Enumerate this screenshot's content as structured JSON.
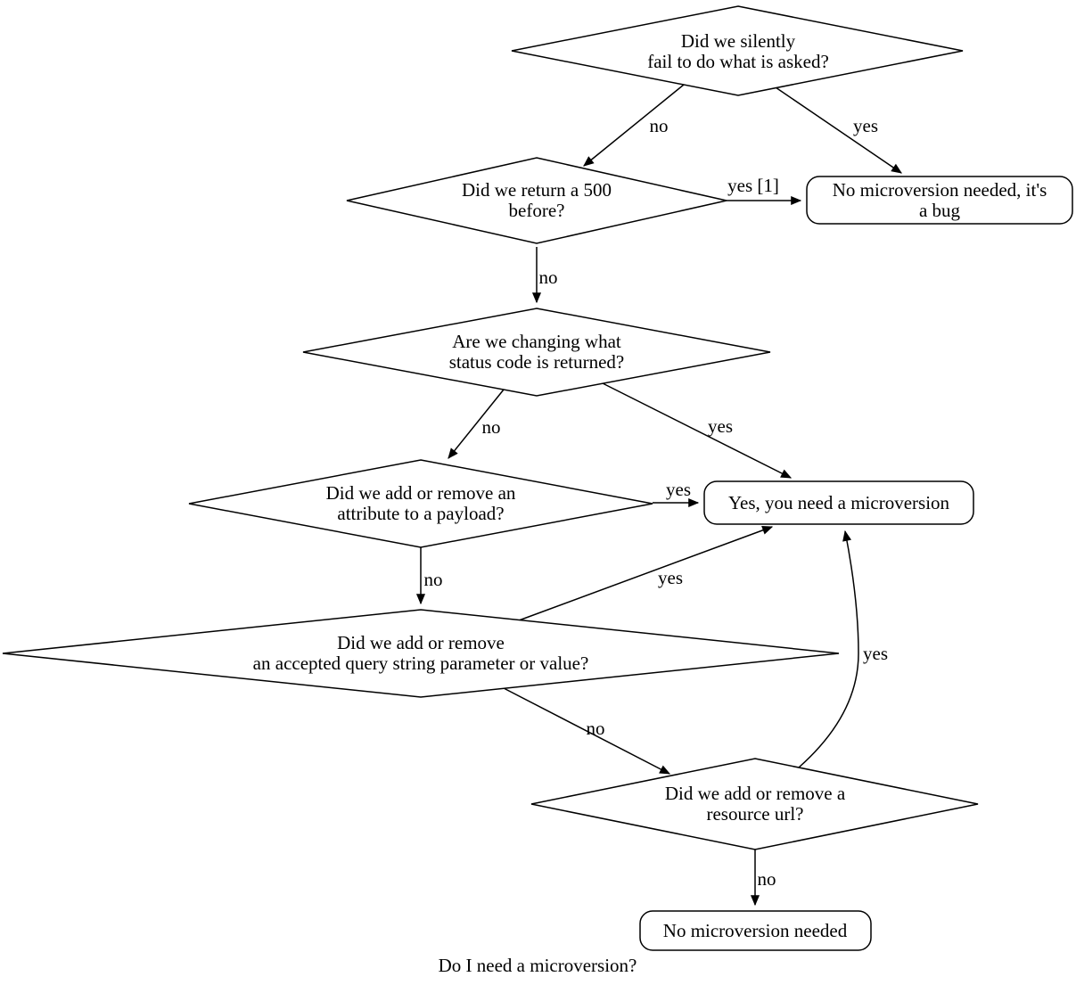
{
  "title": "Do I need a microversion?",
  "colors": {
    "background": "#ffffff",
    "stroke": "#000000",
    "text": "#000000"
  },
  "nodes": {
    "silent_fail": {
      "line1": "Did we silently",
      "line2": "fail to do what is asked?"
    },
    "return_500": {
      "line1": "Did we return a 500",
      "line2": "before?"
    },
    "bug": {
      "line1": "No microversion needed, it's",
      "line2": "a bug"
    },
    "status_code": {
      "line1": "Are we changing what",
      "line2": "status code is returned?"
    },
    "payload_attr": {
      "line1": "Did we add or remove an",
      "line2": "attribute to a payload?"
    },
    "need_microversion": {
      "label": "Yes, you need a microversion"
    },
    "query_param": {
      "line1": "Did we add or remove",
      "line2": "an accepted query string parameter or value?"
    },
    "resource_url": {
      "line1": "Did we add or remove a",
      "line2": "resource url?"
    },
    "no_microversion": {
      "label": "No microversion needed"
    }
  },
  "edges": {
    "silent_fail_to_return_500": "no",
    "silent_fail_to_bug": "yes",
    "return_500_to_bug": "yes [1]",
    "return_500_to_status_code": "no",
    "status_code_to_payload_attr": "no",
    "status_code_to_need_microversion": "yes",
    "payload_attr_to_need_microversion": "yes",
    "payload_attr_to_query_param": "no",
    "query_param_to_need_microversion": "yes",
    "query_param_to_resource_url": "no",
    "resource_url_to_need_microversion": "yes",
    "resource_url_to_no_microversion": "no"
  }
}
